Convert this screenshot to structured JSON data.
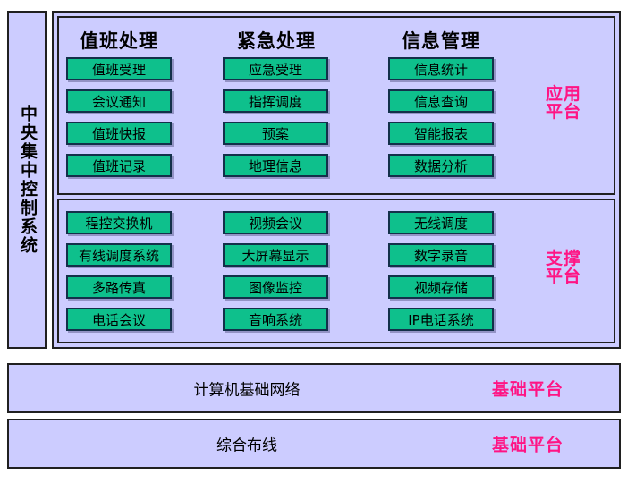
{
  "sidebar": {
    "label": "中央集中控制系统"
  },
  "application_panel": {
    "platform_label_line1": "应用",
    "platform_label_line2": "平台",
    "columns": [
      {
        "header": "值班处理",
        "items": [
          "值班受理",
          "会议通知",
          "值班快报",
          "值班记录"
        ]
      },
      {
        "header": "紧急处理",
        "items": [
          "应急受理",
          "指挥调度",
          "预案",
          "地理信息"
        ]
      },
      {
        "header": "信息管理",
        "items": [
          "信息统计",
          "信息查询",
          "智能报表",
          "数据分析"
        ]
      }
    ]
  },
  "support_panel": {
    "platform_label_line1": "支撑",
    "platform_label_line2": "平台",
    "columns": [
      {
        "items": [
          "程控交换机",
          "有线调度系统",
          "多路传真",
          "电话会议"
        ]
      },
      {
        "items": [
          "视频会议",
          "大屏幕显示",
          "图像监控",
          "音响系统"
        ]
      },
      {
        "items": [
          "无线调度",
          "数字录音",
          "视频存储",
          "IP电话系统"
        ]
      }
    ]
  },
  "bottom_bars": [
    {
      "title": "计算机基础网络",
      "platform_label": "基础平台"
    },
    {
      "title": "综合布线",
      "platform_label": "基础平台"
    }
  ],
  "colors": {
    "panel_background": "#CCCCFF",
    "button_green": "#0EC08C",
    "button_border": "#13304A",
    "outline": "#202020",
    "pink_accent": "#FF1484",
    "text": "#000000"
  }
}
